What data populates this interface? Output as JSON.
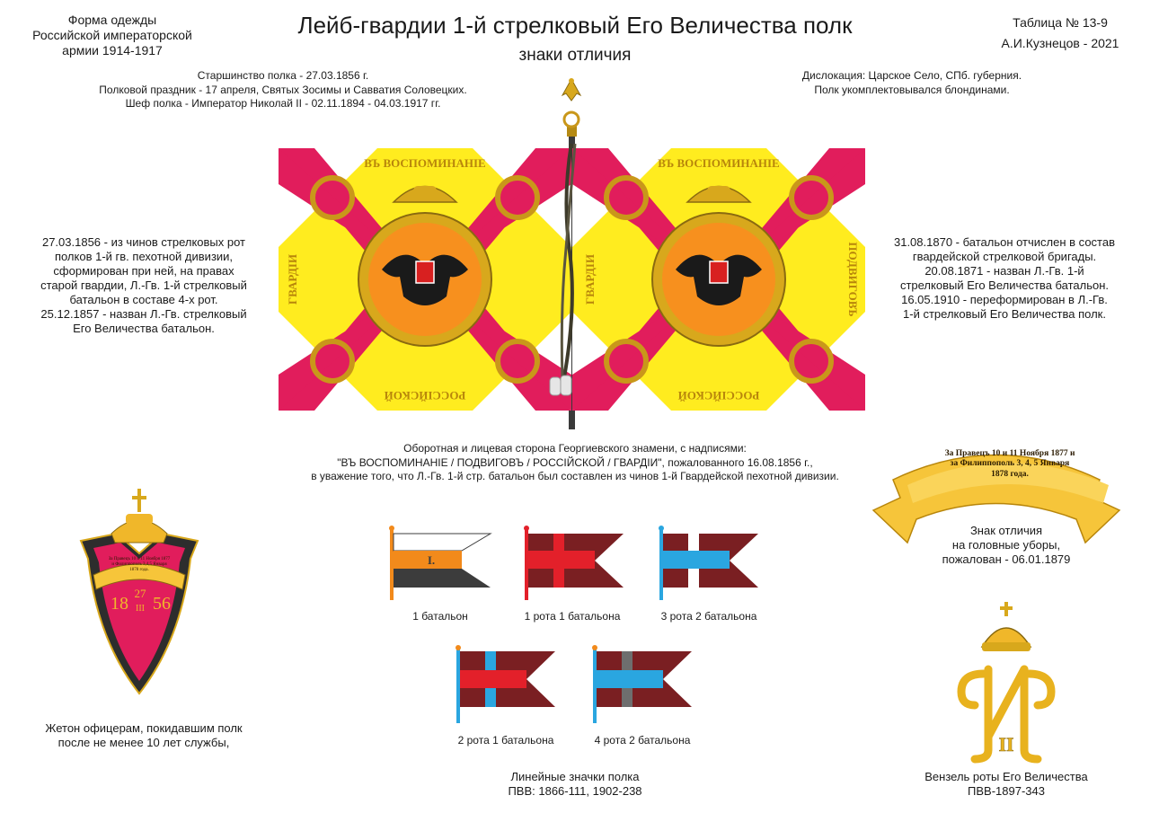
{
  "header": {
    "left_lines": [
      "Форма одежды",
      "Российской императорской",
      "армии  1914-1917"
    ],
    "title": "Лейб-гвардии 1-й стрелковый Его Величества полк",
    "subtitle": "знаки отличия",
    "right_lines": [
      "Таблица № 13-9",
      "А.И.Кузнецов - 2021"
    ]
  },
  "info_left": [
    "Старшинство полка - 27.03.1856 г.",
    "Полковой праздник - 17 апреля, Святых Зосимы и Савватия Соловецких.",
    "Шеф полка - Император Николай II - 02.11.1894 - 04.03.1917 гг."
  ],
  "info_right": [
    "Дислокация: Царское Село, СПб. губерния.",
    "Полк укомплектовывался блондинами."
  ],
  "history_left": [
    "27.03.1856  - из чинов стрелковых рот",
    "полков 1-й гв. пехотной дивизии,",
    "сформирован при ней, на правах",
    "старой гвардии, Л.-Гв. 1-й стрелковый",
    "батальон в составе 4-х рот.",
    "25.12.1857 - назван Л.-Гв. стрелковый",
    "Его Величества батальон."
  ],
  "history_right": [
    "31.08.1870  - батальон отчислен в состав",
    "гвардейской стрелковой бригады.",
    "20.08.1871  - назван Л.-Гв. 1-й",
    "стрелковый Его Величества батальон.",
    "16.05.1910  - переформирован в Л.-Гв.",
    "1-й стрелковый Его Величества полк."
  ],
  "banner": {
    "top_text": "ВЪ ВОСПОМИНАНIЕ",
    "bottom_text": "РОССIЙСКОЙ",
    "left_side_text": "ГВАРДIИ",
    "right_side_text": "ПОДВИГОВЪ",
    "caption_lines": [
      "Оборотная и лицевая сторона Георгиевского знамени, с надписями:",
      "\"ВЪ ВОСПОМИНАНIЕ / ПОДВИГОВЪ / РОССIЙСКОЙ / ГВАРДIИ\", пожалованного 16.08.1856 г.,",
      "в уважение того, что Л.-Гв. 1-й стр. батальон был составлен из чинов 1-й Гвардейской пехотной дивизии."
    ],
    "colors": {
      "white": "#ffffff",
      "crimson": "#e11d5c",
      "yellow": "#ffec1f",
      "orange": "#f7901e",
      "gold": "#d8a81c"
    }
  },
  "headdress_badge": {
    "ribbon_lines": [
      "За Правецъ 10 и 11 Ноября 1877 и",
      "за Филиппополь 3, 4, 5 Января",
      "1878 года."
    ],
    "caption_lines": [
      "Знак отличия",
      "на головные уборы,",
      "пожалован - 06.01.1879"
    ]
  },
  "token": {
    "ribbon_lines": [
      "За Правецъ 10 и 11 Ноября 1877",
      "и Филиппополь 3,4,5 Января",
      "1878 года."
    ],
    "year_left": "18",
    "year_top": "27",
    "year_mid": "III",
    "year_right": "56",
    "caption_lines": [
      "Жетон офицерам, покидавшим полк",
      "после не менее 10 лет службы,"
    ]
  },
  "pennants": {
    "items": [
      {
        "caption": "1 батальон",
        "numeral": "I."
      },
      {
        "caption": "1 рота 1 батальона"
      },
      {
        "caption": "3 рота 2 батальона"
      },
      {
        "caption": "2 рота 1 батальона"
      },
      {
        "caption": "4 рота 2 батальона"
      }
    ],
    "caption_lines": [
      "Линейные значки полка",
      "ПВВ: 1866-111, 1902-238"
    ],
    "colors": {
      "maroon": "#7a1f22",
      "red": "#e3202a",
      "blue": "#2aa6e0",
      "orange": "#f28a1b",
      "gray": "#6e6e6e",
      "dark": "#3c3c3c"
    }
  },
  "monogram": {
    "numeral": "II",
    "caption_lines": [
      "Вензель роты Его Величества",
      "ПВВ-1897-343"
    ]
  }
}
